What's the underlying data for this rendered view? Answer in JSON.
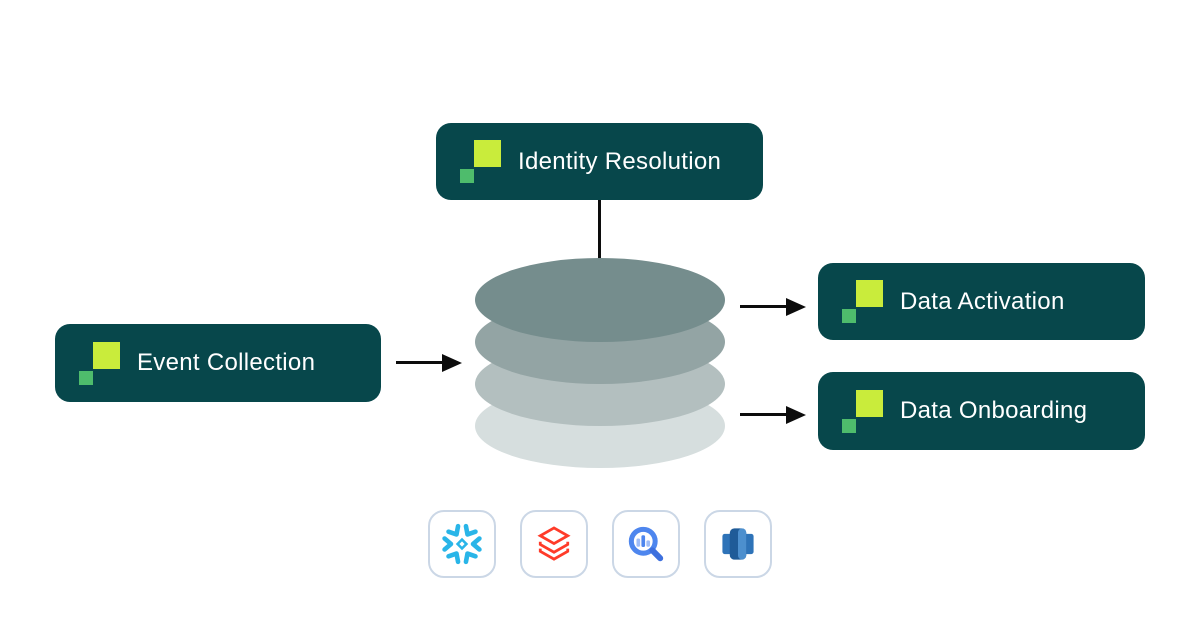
{
  "nodes": {
    "identity_resolution": {
      "label": "Identity Resolution"
    },
    "event_collection": {
      "label": "Event Collection"
    },
    "data_activation": {
      "label": "Data Activation"
    },
    "data_onboarding": {
      "label": "Data Onboarding"
    }
  },
  "edges": [
    {
      "from": "event_collection",
      "to": "warehouse",
      "style": "arrow"
    },
    {
      "from": "identity_resolution",
      "to": "warehouse",
      "style": "line"
    },
    {
      "from": "warehouse",
      "to": "data_activation",
      "style": "arrow"
    },
    {
      "from": "warehouse",
      "to": "data_onboarding",
      "style": "arrow"
    }
  ],
  "warehouse": {
    "cylinder_layers": 4,
    "icons": [
      {
        "name": "snowflake-icon",
        "brand": "Snowflake",
        "color": "#29B5E8"
      },
      {
        "name": "databricks-icon",
        "brand": "Databricks",
        "color": "#FF3B29"
      },
      {
        "name": "bigquery-icon",
        "brand": "Google BigQuery",
        "color": "#4E86EE"
      },
      {
        "name": "redshift-icon",
        "brand": "Amazon Redshift",
        "color": "#2E73B8"
      }
    ]
  },
  "colors": {
    "background": "#FFFFFF",
    "node_background": "#07474B",
    "node_text": "#FFFFFF",
    "logo_square_large": "#C9EC3B",
    "logo_square_small": "#4EBC6C",
    "cylinder_layers": [
      "#758D8D",
      "#93A4A4",
      "#B3BFBF",
      "#D6DEDE"
    ],
    "arrow": "#0C0C0C",
    "tile_border": "#CBD7E6"
  }
}
